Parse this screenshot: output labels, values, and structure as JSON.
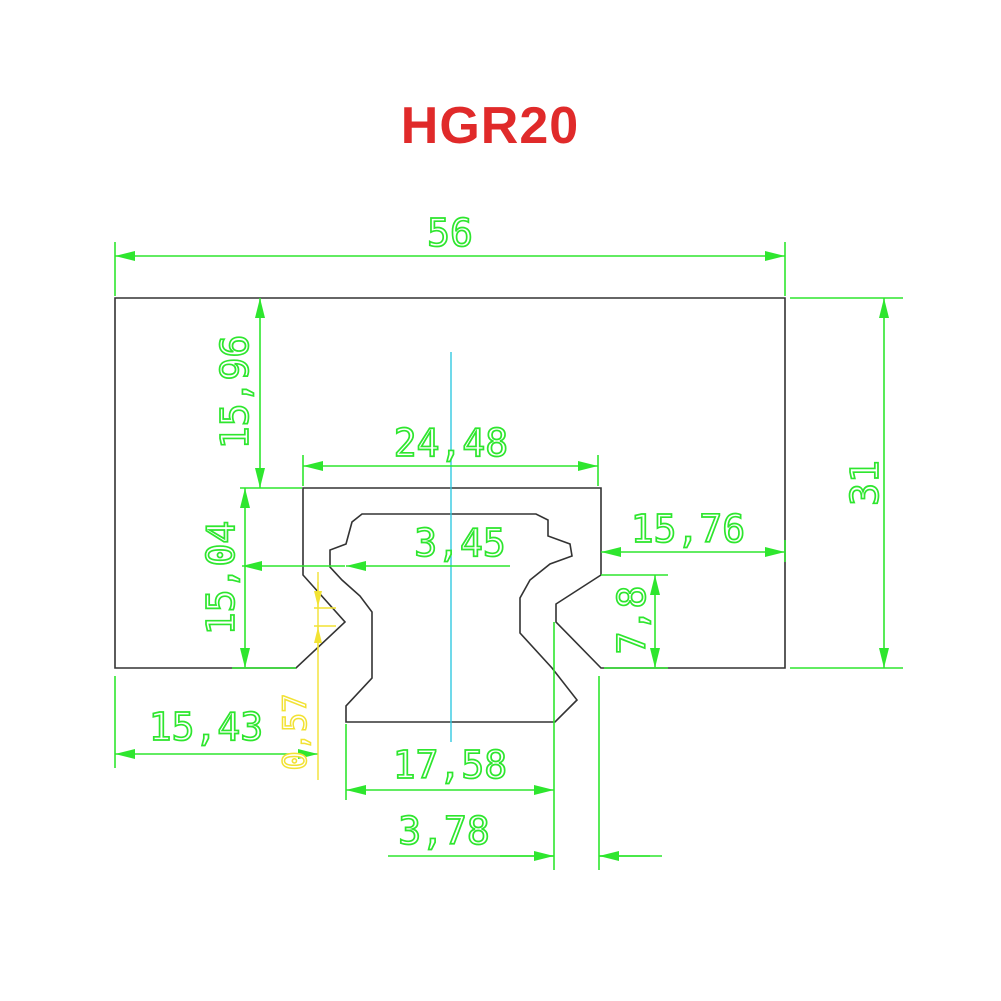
{
  "title": "HGR20",
  "colors": {
    "title": "#e02a2a",
    "profile": "#333333",
    "dimension": "#2ee62e",
    "small_dimension": "#f2e233",
    "centerline": "#33c9e0"
  },
  "dimensions": {
    "overall_width": "56",
    "overall_height": "31",
    "top_depth": "15,96",
    "slot_width": "24,48",
    "slot_depth": "15,04",
    "inner_offset": "3,45",
    "right_width": "15,76",
    "groove_height": "7,8",
    "left_width": "15,43",
    "groove_gap": "0,57",
    "rail_width": "17,58",
    "lip_width": "3,78"
  }
}
